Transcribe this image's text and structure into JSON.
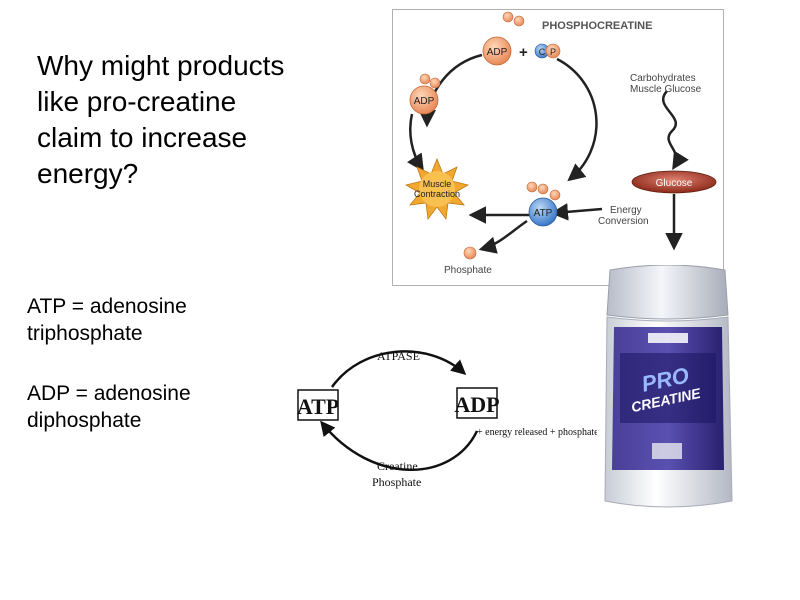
{
  "question": {
    "lines": [
      "Why might products",
      "like pro-creatine",
      "claim to increase",
      "energy?"
    ]
  },
  "definitions": {
    "atp": {
      "line1": "ATP = adenosine",
      "line2": "triphosphate"
    },
    "adp": {
      "line1": "ADP = adenosine",
      "line2": "diphosphate"
    }
  },
  "phosphocreatine_diagram": {
    "title": "PHOSPHOCREATINE",
    "adp_top": "ADP",
    "plus": "+",
    "cp_c": "C",
    "cp_p": "P",
    "carbs_line1": "Carbohydrates",
    "carbs_line2": "Muscle Glucose",
    "adp_left": "ADP",
    "glucose": "Glucose",
    "muscle_line1": "Muscle",
    "muscle_line2": "Contraction",
    "atp": "ATP",
    "energy_line1": "Energy",
    "energy_line2": "Conversion",
    "phosphate": "Phosphate"
  },
  "atpase_cycle": {
    "enzyme": "ATPASE",
    "atp": "ATP",
    "adp": "ADP",
    "release": "+ energy released + phosphate",
    "creatine_line1": "Creatine",
    "creatine_line2": "Phosphate"
  },
  "product": {
    "brand_line1": "PRO",
    "brand_line2": "CREATINE"
  },
  "colors": {
    "orange_ball": "#f0a070",
    "atp_blue": "#5a9ad8",
    "glucose_red": "#a04030",
    "starburst": "#f0a020",
    "jar_purple": "#2a2080"
  }
}
